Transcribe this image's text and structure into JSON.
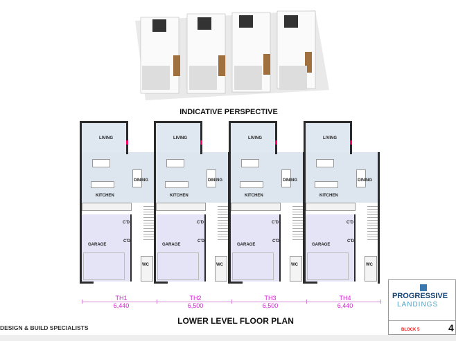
{
  "perspective_title": "INDICATIVE PERSPECTIVE",
  "plan_title": "LOWER LEVEL FLOOR PLAN",
  "footer": "DESIGN & BUILD SPECIALISTS",
  "room_labels": {
    "living": "LIVING",
    "dining": "DINING",
    "kitchen": "KITCHEN",
    "garage": "GARAGE",
    "cd": "C'D",
    "wc": "WC"
  },
  "units": [
    {
      "name": "TH1",
      "width": "6,440"
    },
    {
      "name": "TH2",
      "width": "6,500"
    },
    {
      "name": "TH3",
      "width": "6,500"
    },
    {
      "name": "TH4",
      "width": "6,440"
    }
  ],
  "title_block": {
    "brand_line1": "PROGRESSIVE",
    "brand_line2": "LANDINGS",
    "block": "BLOCK 5",
    "sheet": "4"
  },
  "colors": {
    "accent": "#d21fd2",
    "brand": "#0f3d6e",
    "brand_light": "#4f9fc4",
    "block_red": "#e02020"
  }
}
